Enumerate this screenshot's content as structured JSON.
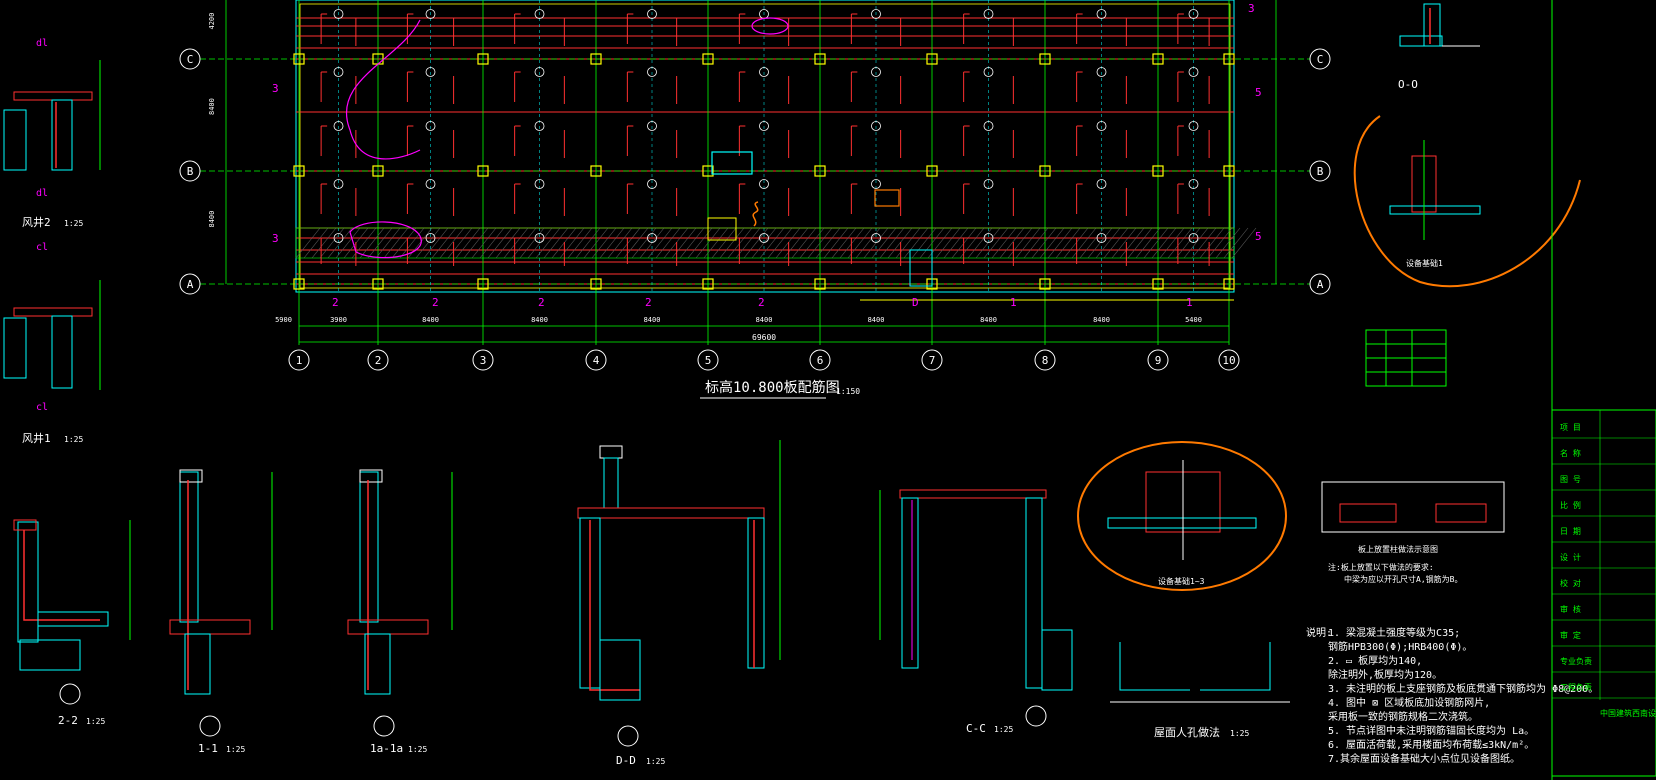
{
  "plan": {
    "title": "标高10.800板配筋图",
    "scale": "1:150",
    "axis_rows": [
      "C",
      "B",
      "A"
    ],
    "axis_cols": [
      "1",
      "2",
      "3",
      "4",
      "5",
      "6",
      "7",
      "8",
      "9",
      "10"
    ],
    "bay_dims": [
      "5900",
      "3900",
      "8400",
      "8400",
      "8400",
      "8400",
      "8400",
      "8400",
      "8400",
      "5400"
    ],
    "total_dim": "69600",
    "row_dims": [
      "4200",
      "8400",
      "8400"
    ],
    "section_markers": [
      "3",
      "5",
      "2",
      "1",
      "D"
    ]
  },
  "sections": [
    {
      "id": "sec-2-2",
      "label": "2-2",
      "scale": "1:25"
    },
    {
      "id": "sec-1-1",
      "label": "1-1",
      "scale": "1:25"
    },
    {
      "id": "sec-1a-1a",
      "label": "1a-1a",
      "scale": "1:25"
    },
    {
      "id": "sec-d-d",
      "label": "D-D",
      "scale": "1:25"
    },
    {
      "id": "sec-c-c",
      "label": "C-C",
      "scale": "1:25"
    }
  ],
  "left_details": [
    {
      "label": "风井2",
      "scale": "1:25"
    },
    {
      "label": "风井1",
      "scale": "1:25"
    }
  ],
  "right_details": {
    "oo_label": "O-O",
    "equip_base_1": "设备基础1",
    "equip_base_2": "设备基础1~3",
    "roof_hatch": "屋面人孔做法",
    "roof_hatch_scale": "1:25",
    "beam_note_title": "板上放置柱做法示意图",
    "beam_note_1": "注:板上放置以下做法的要求:",
    "beam_note_2": "中梁为应以开孔尺寸A,钢筋为B。"
  },
  "notes": {
    "heading": "说明:",
    "items": [
      "1. 梁混凝土强度等级为C35;",
      "   钢筋HPB300(Φ);HRB400(Φ)。",
      "2. ▭ 板厚均为140,",
      "   除注明外,板厚均为120。",
      "3. 未注明的板上支座钢筋及板底贯通下钢筋均为 Φ8@200。",
      "4. 图中 ⊠ 区域板底加设钢筋网片,",
      "   采用板一致的钢筋规格二次浇筑。",
      "5. 节点详图中未注明钢筋锚固长度均为 La。",
      "6. 屋面活荷载,采用楼面均布荷载≤3kN/m²。",
      "7.其余屋面设备基础大小点位见设备图纸。"
    ]
  },
  "title_block": {
    "rows": [
      "项 目",
      "名 称",
      "图 号",
      "比 例",
      "日 期",
      "设 计",
      "校 对",
      "审 核",
      "审 定",
      "专业负责",
      "工程负责"
    ],
    "company": "中国建筑西南设计研究院"
  },
  "colors": {
    "bg": "#000000",
    "grid": "#00ff00",
    "beam": "#ff3030",
    "text": "#ffffff",
    "axis": "#ffffff",
    "magenta": "#ff00ff",
    "cyan": "#00ffff",
    "yellow": "#ffff00",
    "orange": "#ff7a00"
  }
}
